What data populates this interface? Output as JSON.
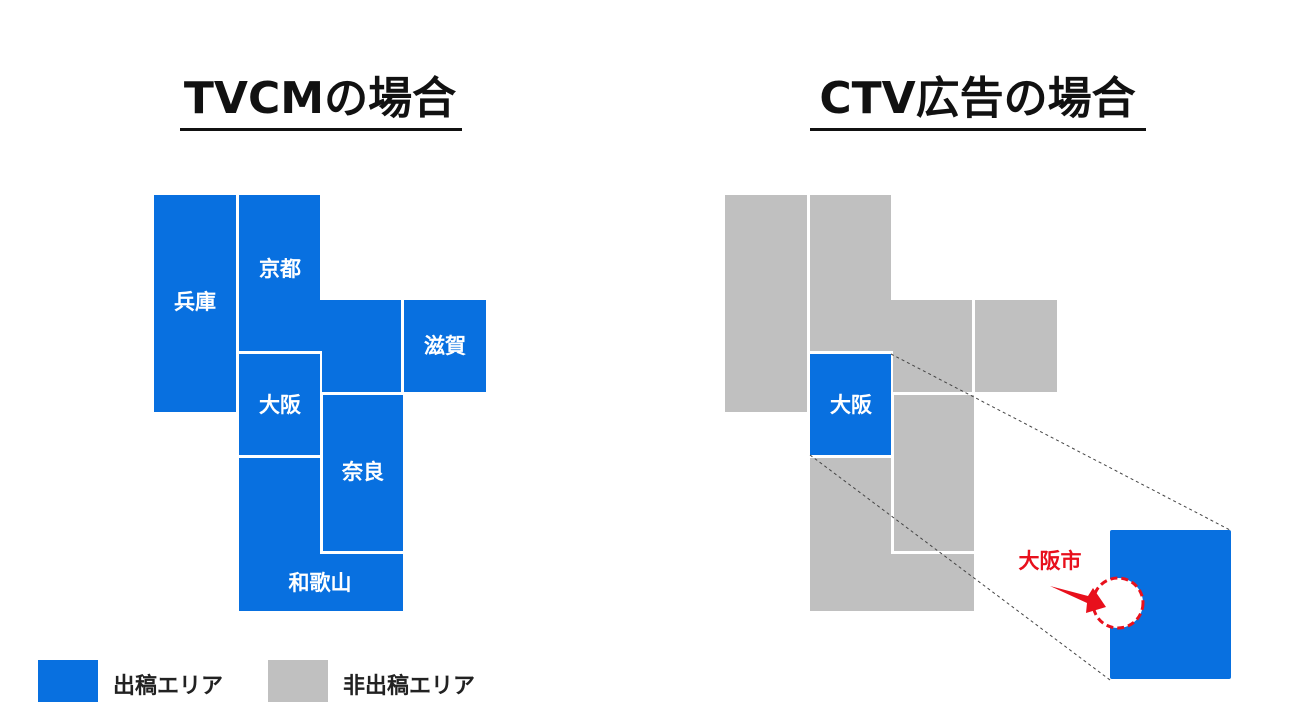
{
  "titles": {
    "left": "TVCMの場合",
    "right": "CTV広告の場合"
  },
  "left_map": {
    "hyogo": "兵庫",
    "kyoto": "京都",
    "shiga": "滋賀",
    "osaka": "大阪",
    "nara": "奈良",
    "wakayama": "和歌山"
  },
  "right_map": {
    "osaka": "大阪",
    "callout": "大阪市"
  },
  "legend": {
    "aired": "出稿エリア",
    "not_aired": "非出稿エリア"
  },
  "colors": {
    "aired": "#0870e0",
    "not_aired": "#c0c0c0",
    "highlight": "#e8101c"
  }
}
